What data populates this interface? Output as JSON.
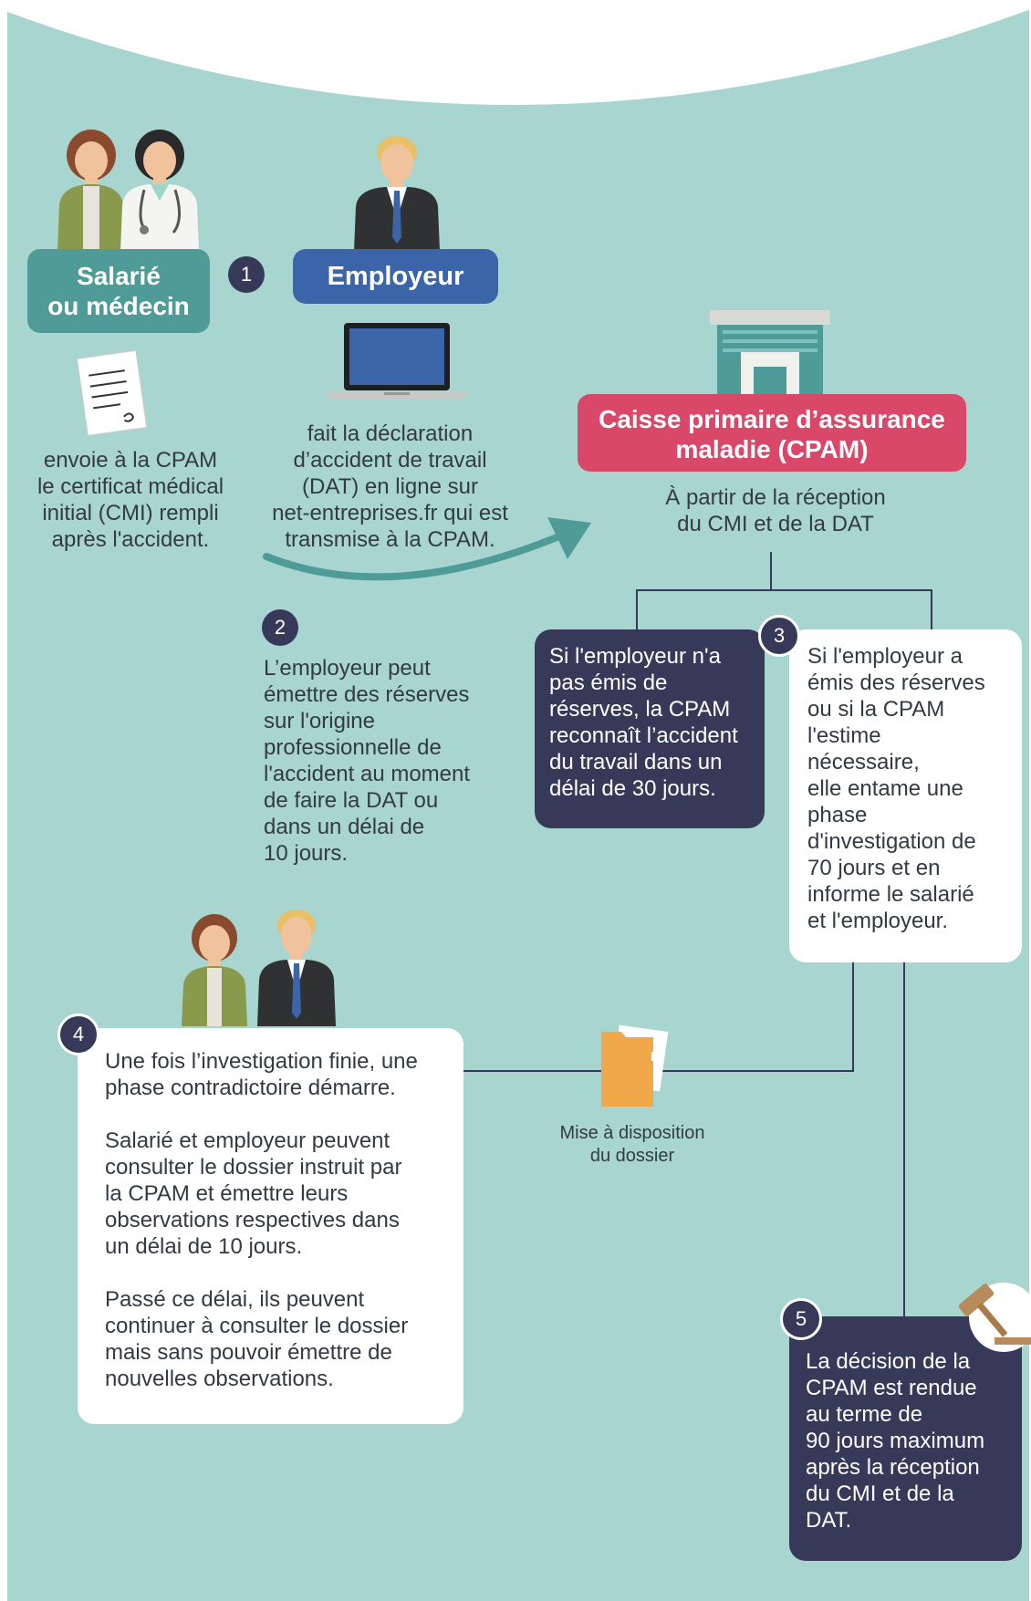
{
  "step_numbers": {
    "s1": "1",
    "s2": "2",
    "s3": "3",
    "s4": "4",
    "s5": "5"
  },
  "labels": {
    "salarie": "Salarié",
    "medecin": "ou médecin",
    "employeur": "Employeur",
    "cpam_line1": "Caisse primaire d’assurance",
    "cpam_line2": "maladie (CPAM)"
  },
  "texts": {
    "salarie_action": [
      "envoie à la CPAM",
      "le certificat médical",
      "initial (CMI) rempli",
      "après l'accident."
    ],
    "employeur_action": [
      "fait la déclaration",
      "d’accident de travail",
      "(DAT) en ligne sur",
      "net-entreprises.fr qui est",
      "transmise à la CPAM."
    ],
    "cpam_reception": [
      "À partir de la réception",
      "du CMI et de la DAT"
    ],
    "step2": [
      "L’employeur peut",
      "émettre des réserves",
      "sur l'origine",
      "professionnelle de",
      "l'accident au moment",
      "de faire la DAT ou",
      "dans un délai de",
      "10 jours."
    ],
    "step3a": [
      "Si l'employeur n'a",
      "pas émis de",
      "réserves, la CPAM",
      "reconnaît l’accident",
      "du travail dans un",
      "délai de 30 jours."
    ],
    "step3b": [
      "Si l'employeur a",
      "émis des réserves",
      "ou si la CPAM",
      "l'estime",
      "nécessaire,",
      "elle entame une",
      "phase",
      "d'investigation de",
      "70 jours et en",
      "informe le salarié",
      "et l'employeur."
    ],
    "step4_p1": [
      "Une fois l’investigation finie, une",
      "phase contradictoire démarre."
    ],
    "step4_p2": [
      "Salarié et employeur peuvent",
      "consulter le dossier instruit par",
      "la CPAM et émettre leurs",
      "observations respectives dans",
      "un délai de 10 jours."
    ],
    "step4_p3": [
      "Passé ce délai, ils peuvent",
      "continuer à consulter le dossier",
      "mais sans pouvoir émettre de",
      "nouvelles observations."
    ],
    "dossier": [
      "Mise à disposition",
      "du dossier"
    ],
    "step5": [
      "La décision de la",
      "CPAM est rendue",
      "au terme de",
      "90 jours maximum",
      "après la réception",
      "du CMI et de la",
      "DAT."
    ]
  },
  "colors": {
    "background": "#a8d5d0",
    "salarie_pill": "#4e9b98",
    "employeur_pill": "#3c64a8",
    "cpam_pill": "#d94868",
    "dark_box": "#363a58",
    "folder": "#f0a84a"
  },
  "icons": [
    "woman-icon",
    "doctor-icon",
    "businessman-icon",
    "laptop-icon",
    "document-icon",
    "building-icon",
    "curved-arrow-icon",
    "folder-icon",
    "gavel-icon"
  ]
}
